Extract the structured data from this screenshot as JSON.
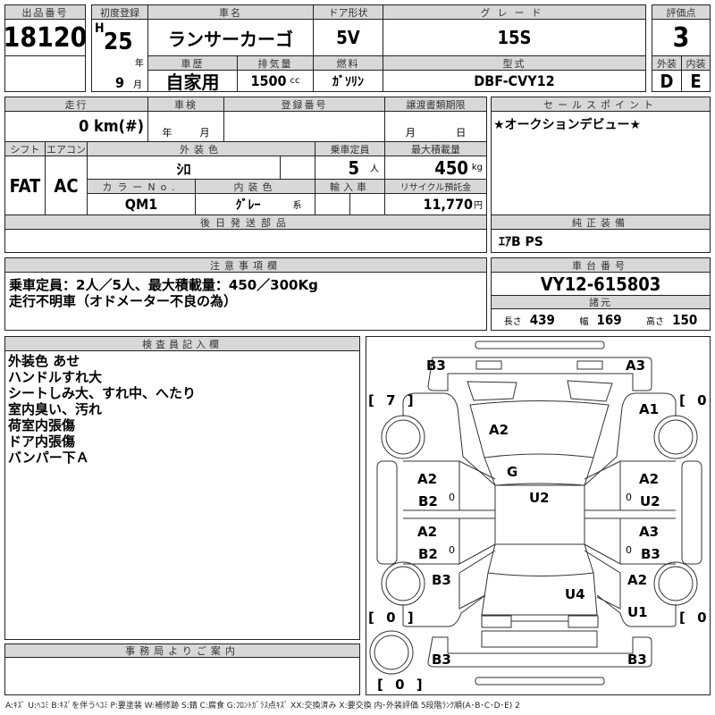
{
  "header": {
    "lot_label": "出品番号",
    "lot": "18120",
    "reg_label": "初度登録",
    "era": "H",
    "year": "25",
    "year_unit": "年",
    "month": "9",
    "month_unit": "月",
    "name_label": "車名",
    "name": "ランサーカーゴ",
    "door_label": "ドア形状",
    "door": "5V",
    "grade_label": "グレード",
    "grade": "15S",
    "score_label": "評価点",
    "score": "3",
    "history_label": "車歴",
    "history": "自家用",
    "disp_label": "排気量",
    "disp": "1500",
    "disp_unit": "cc",
    "fuel_label": "燃料",
    "fuel": "ｶﾞｿﾘﾝ",
    "model_label": "型式",
    "model": "DBF-CVY12",
    "ext_label": "外装",
    "ext": "D",
    "int_label": "内装",
    "int": "E"
  },
  "details": {
    "mileage_label": "走行",
    "mileage": "0 km(#)",
    "inspection_label": "車検",
    "inspection_year": "年",
    "inspection_month": "月",
    "plate_label": "登録番号",
    "transfer_label": "譲渡書類期限",
    "transfer_month": "月",
    "transfer_day": "日",
    "shift_label": "シフト",
    "shift": "FAT",
    "ac_label": "エアコン",
    "ac": "AC",
    "color_label": "外装色",
    "color": "ｼﾛ",
    "capacity_label": "乗車定員",
    "capacity": "5",
    "capacity_unit": "人",
    "load_label": "最大積載量",
    "load": "450",
    "load_unit": "kg",
    "colorno_label": "カラーNo.",
    "colorno": "QM1",
    "interior_label": "内装色",
    "interior": "ｸﾞﾚｰ",
    "interior_unit": "系",
    "import_label": "輸入車",
    "recycle_label": "リサイクル預託金",
    "recycle": "11,770",
    "recycle_unit": "円",
    "later_parts_label": "後日発送部品"
  },
  "sales": {
    "label": "セールスポイント",
    "text": "★オークションデビュー★"
  },
  "equipment": {
    "label": "純正装備",
    "text": "ｴｱB PS"
  },
  "notes": {
    "label": "注意事項欄",
    "lines": [
      "乗車定員：2人／5人、最大積載量：450／300Kg",
      "走行不明車（オドメーター不良の為）"
    ]
  },
  "chassis": {
    "label": "車台番号",
    "number": "VY12-615803",
    "spec_label": "諸元",
    "length_label": "長さ",
    "length": "439",
    "width_label": "幅",
    "width": "169",
    "height_label": "高さ",
    "height": "150"
  },
  "inspector": {
    "label": "検査員記入欄",
    "lines": [
      "外装色 あせ",
      "ハンドルすれ大",
      "シートしみ大、すれ中、へたり",
      "室内臭い、汚れ",
      "荷室内張傷",
      "ドア内張傷",
      "バンパー下Ａ"
    ]
  },
  "office": {
    "label": "事務局よりご案内"
  },
  "diagram": {
    "front_bumper_left": "B3",
    "front_bumper_right": "A3",
    "tire_fl": "[ 7 ]",
    "tire_fr": "[ 0 ]",
    "tire_rl": "[ 0 ]",
    "tire_rr": "[ 0 ]",
    "tire_spare": "[ 0 ]",
    "fender_fr": "A1",
    "hood": "A2",
    "windshield": "G",
    "roof": "U2",
    "door_fl_1": "A2",
    "door_fl_2": "B2",
    "door_fl_mark": "0",
    "door_fr_1": "A2",
    "door_fr_2": "U2",
    "door_fr_mark": "0",
    "door_rl_1": "A2",
    "door_rl_2": "B2",
    "door_rl_mark": "0",
    "door_rr_1": "A3",
    "door_rr_2": "B3",
    "door_rr_mark": "0",
    "quarter_rl": "B3",
    "quarter_rr_1": "A2",
    "quarter_rr_2": "U1",
    "back_door": "U4",
    "rear_bumper_left": "B3",
    "rear_bumper_right": "B3"
  },
  "legend": "A:ｷｽﾞ U:ﾍｺﾐ B:ｷｽﾞを伴うﾍｺﾐ P:要塗装 W:補修跡 S:錆 C:腐食 G:ﾌﾛﾝﾄｶﾞﾗｽ点ｷｽﾞ XX:交換済み X:要交換 内･外装評価 5段階ﾗﾝｸ順(A･B･C･D･E) 2"
}
